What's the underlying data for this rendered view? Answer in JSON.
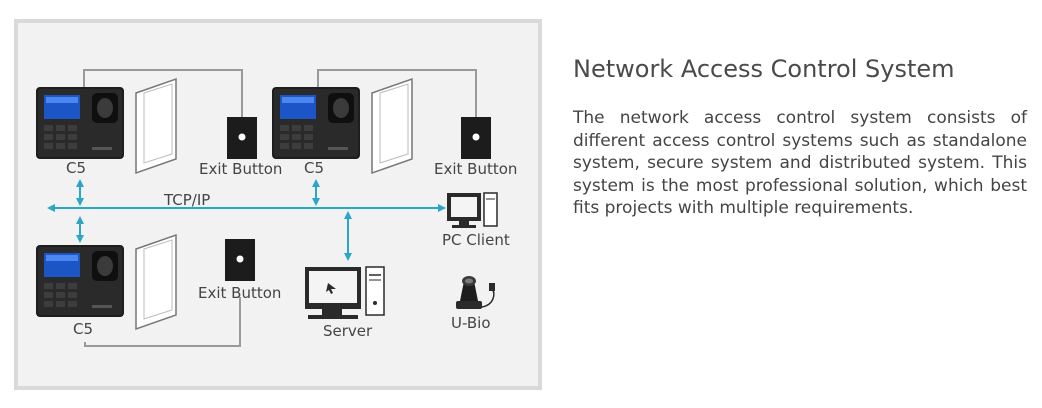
{
  "title": "Network Access Control System",
  "description": "The network access control system consists of different access control systems such as standalone system, secure system and distributed system. This system is the most professional solution, which best fits projects with multiple requirements.",
  "diagram": {
    "labels": {
      "c5_top_left": "C5",
      "c5_top_right": "C5",
      "c5_bottom": "C5",
      "exit_button_1": "Exit Button",
      "exit_button_2": "Exit Button",
      "exit_button_3": "Exit Button",
      "tcp_ip": "TCP/IP",
      "pc_client": "PC Client",
      "server": "Server",
      "u_bio": "U-Bio"
    },
    "colors": {
      "network_line": "#2aa6c9",
      "wire": "#9a9a9a",
      "panel_bg": "#f2f2f2",
      "panel_border": "#d9d9d9"
    }
  }
}
